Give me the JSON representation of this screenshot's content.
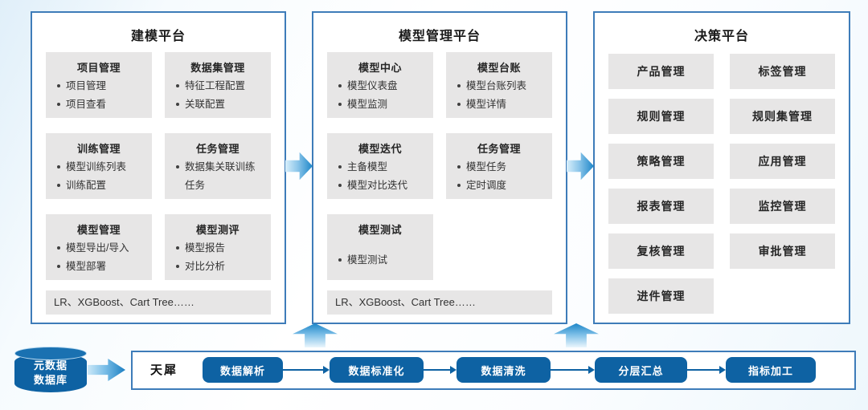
{
  "panels": [
    {
      "title": "建模平台",
      "groups": [
        {
          "title": "项目管理",
          "items": [
            "项目管理",
            "项目查看"
          ]
        },
        {
          "title": "数据集管理",
          "items": [
            "特征工程配置",
            "关联配置"
          ]
        },
        {
          "title": "训练管理",
          "items": [
            "模型训练列表",
            "训练配置"
          ]
        },
        {
          "title": "任务管理",
          "items": [
            "数据集关联训练任务"
          ]
        },
        {
          "title": "模型管理",
          "items": [
            "模型导出/导入",
            "模型部署"
          ]
        },
        {
          "title": "模型测评",
          "items": [
            "模型报告",
            "对比分析"
          ]
        }
      ],
      "footer": "LR、XGBoost、Cart Tree……"
    },
    {
      "title": "模型管理平台",
      "groups": [
        {
          "title": "模型中心",
          "items": [
            "模型仪表盘",
            "模型监测"
          ]
        },
        {
          "title": "模型台账",
          "items": [
            "模型台账列表",
            "模型详情"
          ]
        },
        {
          "title": "模型迭代",
          "items": [
            "主备模型",
            "模型对比迭代"
          ]
        },
        {
          "title": "任务管理",
          "items": [
            "模型任务",
            "定时调度"
          ]
        },
        {
          "title": "模型测试",
          "items": [
            "模型测试"
          ]
        }
      ],
      "footer": "LR、XGBoost、Cart Tree……"
    },
    {
      "title": "决策平台",
      "labels": [
        "产品管理",
        "标签管理",
        "规则管理",
        "规则集管理",
        "策略管理",
        "应用管理",
        "报表管理",
        "监控管理",
        "复核管理",
        "审批管理",
        "进件管理"
      ]
    }
  ],
  "pipeline": {
    "database_line1": "元数据",
    "database_line2": "数据库",
    "engine_label": "天犀",
    "stages": [
      "数据解析",
      "数据标准化",
      "数据清洗",
      "分层汇总",
      "指标加工"
    ]
  },
  "colors": {
    "panel_border": "#3e7cb9",
    "deep_blue": "#0e62a3",
    "arrow_blue": "#1d86c8",
    "box_gray": "#e7e6e6"
  }
}
